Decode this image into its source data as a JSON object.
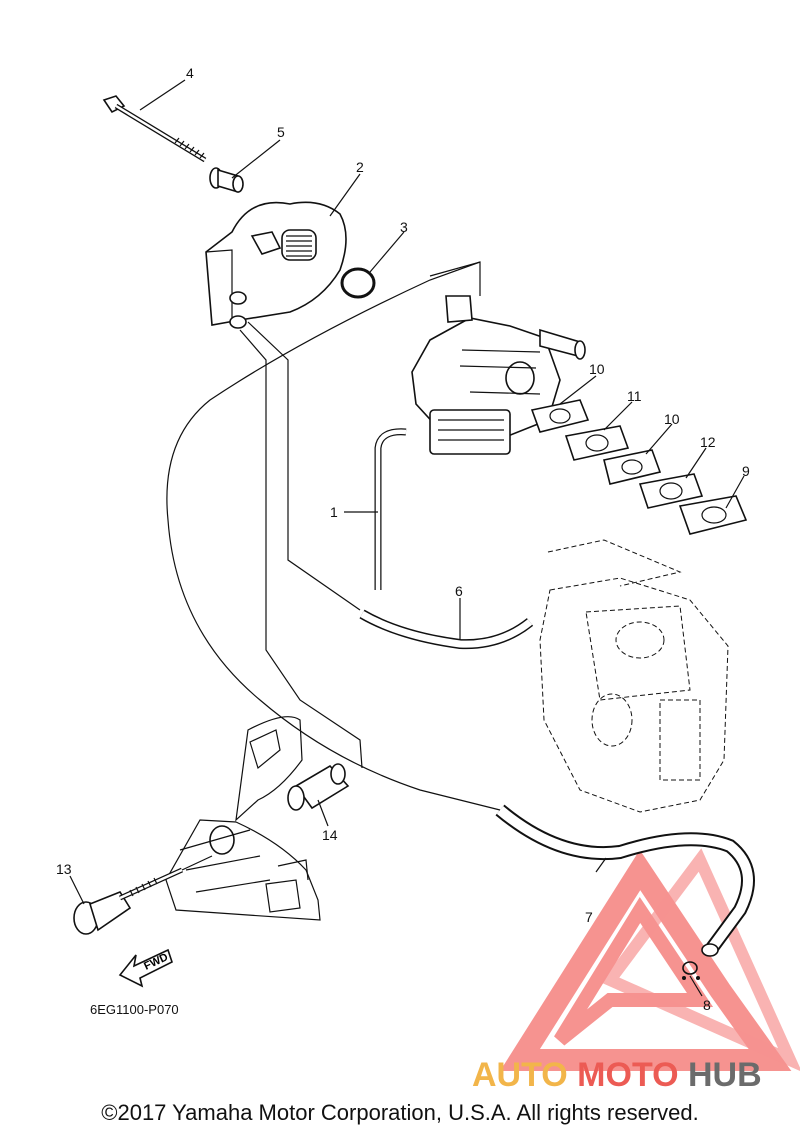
{
  "callouts": {
    "c1": "1",
    "c2": "2",
    "c3": "3",
    "c4": "4",
    "c5": "5",
    "c6": "6",
    "c7": "7",
    "c8": "8",
    "c9": "9",
    "c10a": "10",
    "c10b": "10",
    "c11": "11",
    "c12": "12",
    "c13": "13",
    "c14": "14"
  },
  "fwd_label": "FWD",
  "drawing_code": "6EG1100-P070",
  "watermark": {
    "part1": "AUTO",
    "part2": "MOTO",
    "part3": "HUB",
    "colors": {
      "auto": "#f2b54a",
      "moto": "#ec5b54",
      "hub": "#6b6b6b",
      "logo": "#ef3b36"
    }
  },
  "copyright": "©2017 Yamaha Motor Corporation, U.S.A. All rights reserved."
}
